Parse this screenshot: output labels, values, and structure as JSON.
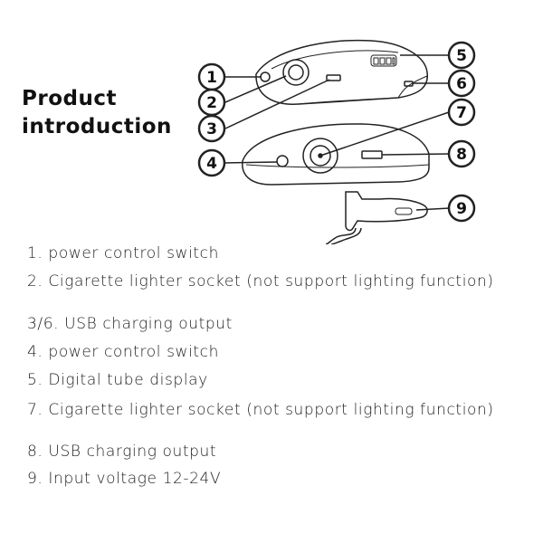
{
  "title": {
    "line1": "Product",
    "line2": "introduction"
  },
  "callouts": [
    "1",
    "2",
    "3",
    "4",
    "5",
    "6",
    "7",
    "8",
    "9"
  ],
  "descriptions": [
    "1. power control switch",
    "2. Cigarette lighter socket (not support lighting function)",
    "3/6. USB charging output",
    "4. power control switch",
    "5. Digital tube display",
    "7. Cigarette lighter socket (not support lighting function)",
    "8. USB charging output",
    "9. Input voltage 12-24V"
  ]
}
